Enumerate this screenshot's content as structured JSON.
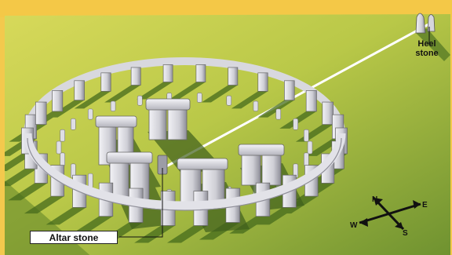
{
  "labels": {
    "heel_stone": [
      "Heel",
      "stone"
    ],
    "altar_stone": "Altar stone"
  },
  "compass": {
    "north": "N",
    "south": "S",
    "east": "E",
    "west": "W"
  },
  "colors": {
    "background": "#f3c94d",
    "grass_light": "#c6d24e",
    "grass_dark": "#6f9230",
    "stone_light": "#e9e9ee",
    "stone_mid": "#b7b7bf",
    "stone_dark": "#84848e",
    "shadow": "#3f5f1c",
    "sight_line": "#ffffff"
  }
}
